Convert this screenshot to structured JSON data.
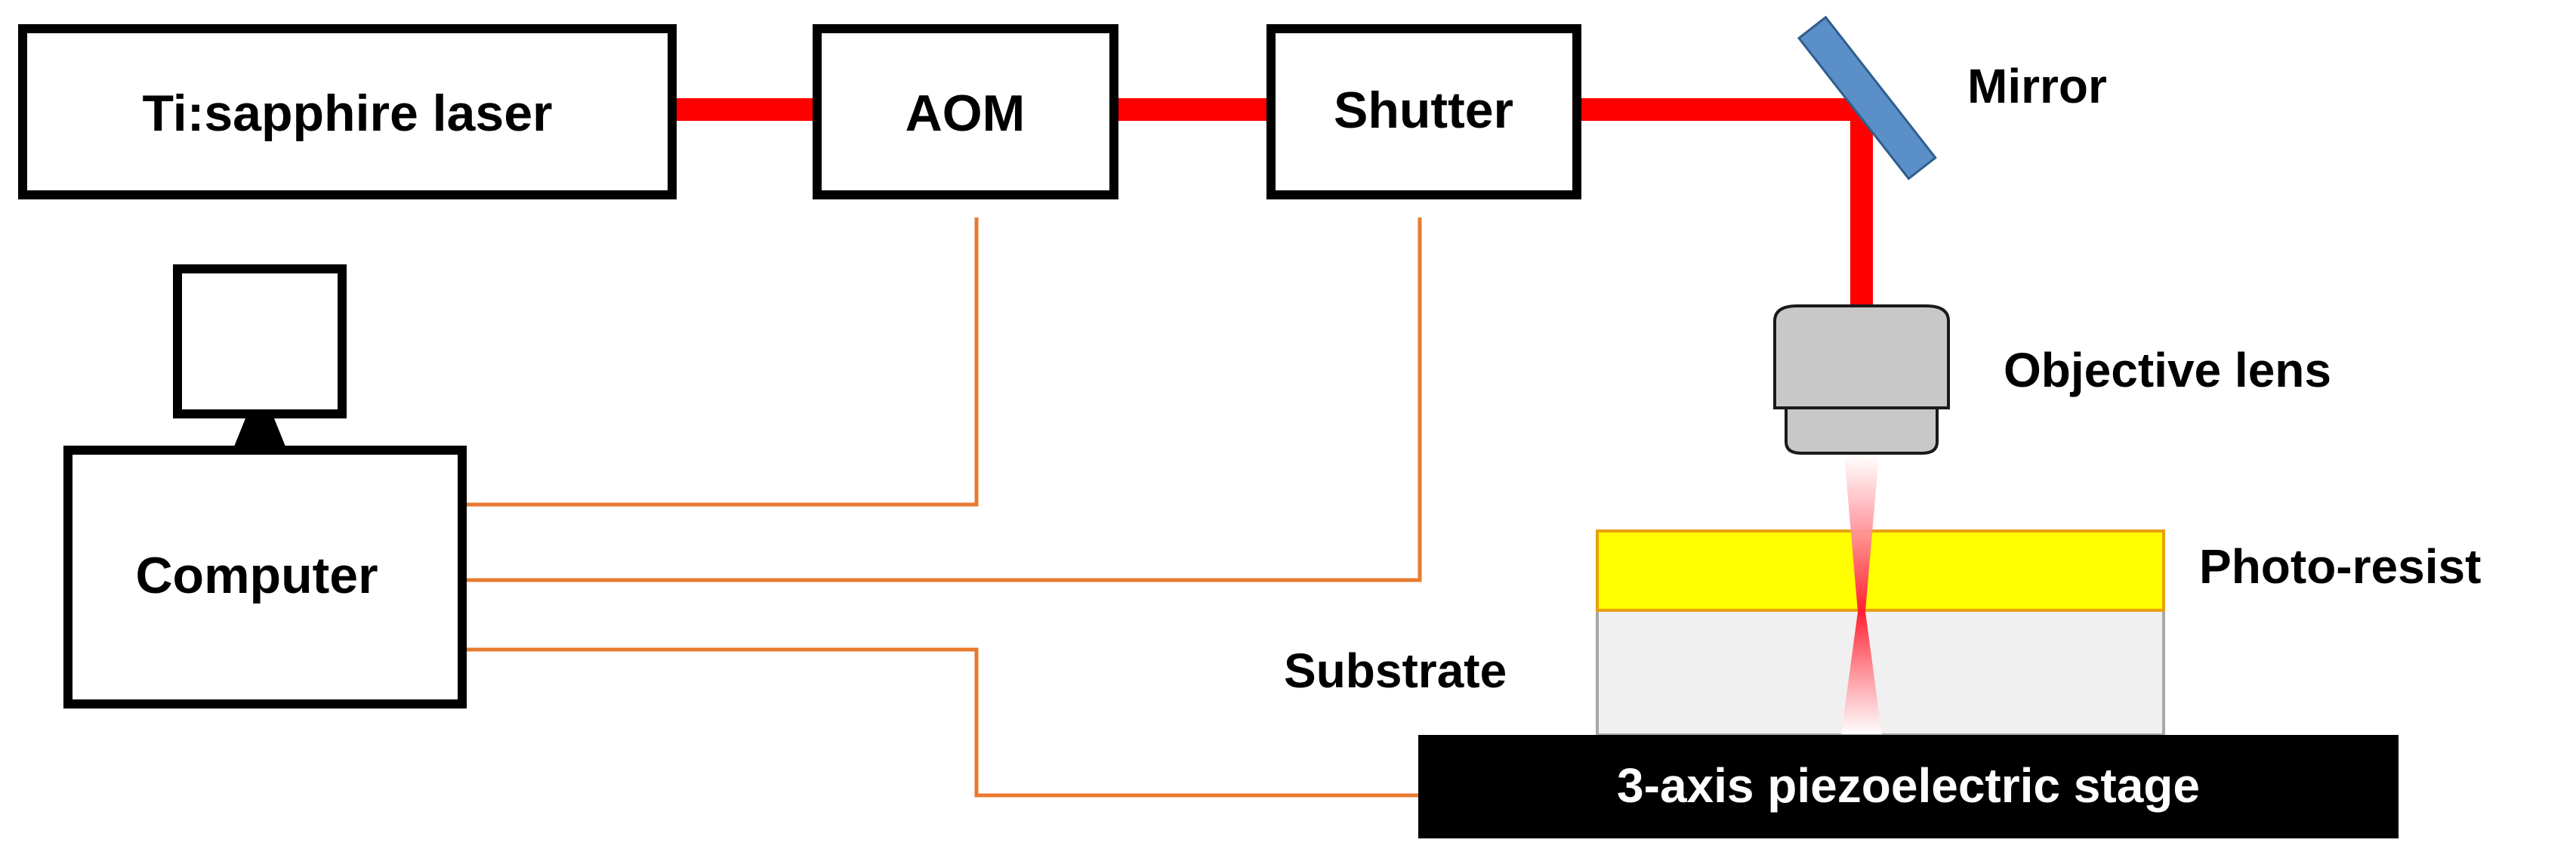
{
  "labels": {
    "laser": "Ti:sapphire laser",
    "aom": "AOM",
    "shutter": "Shutter",
    "mirror": "Mirror",
    "objective": "Objective lens",
    "computer": "Computer",
    "photoresist": "Photo-resist",
    "substrate": "Substrate",
    "stage": "3-axis piezoelectric stage"
  },
  "colors": {
    "beam": "#ff0000",
    "cable": "#e87a2e",
    "mirror": "#5b8fc7",
    "photoresist": "#ffff00",
    "substrate": "#f0f0f0",
    "lens": "#c8c8c8",
    "stage": "#000000"
  }
}
